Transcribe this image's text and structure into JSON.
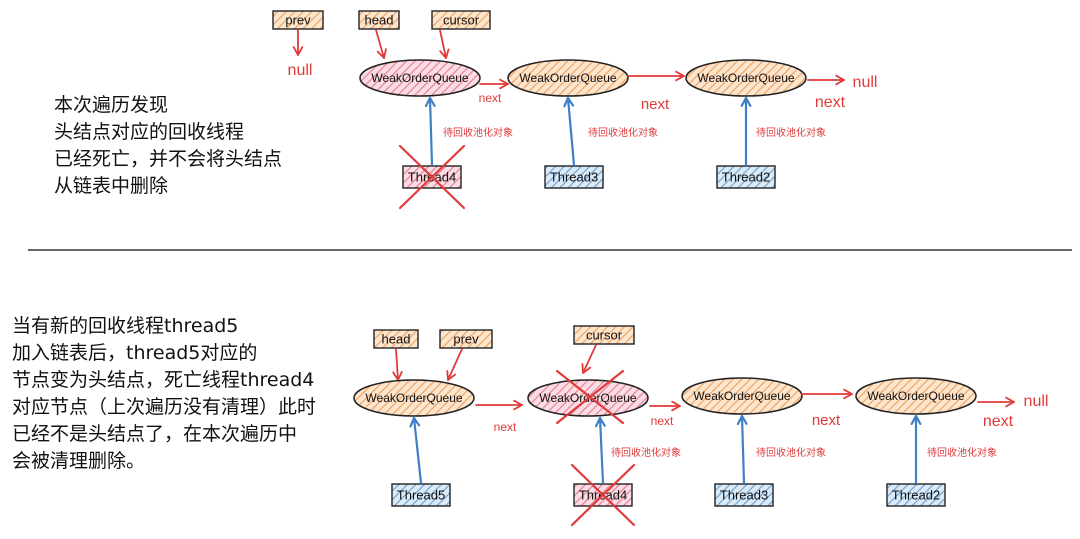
{
  "top": {
    "description": [
      "本次遍历发现",
      "头结点对应的回收线程",
      "已经死亡，并不会将头结点",
      "从链表中删除"
    ],
    "pointers": {
      "prev": "prev",
      "head": "head",
      "cursor": "cursor",
      "prev_target": "null"
    },
    "queues": [
      "WeakOrderQueue",
      "WeakOrderQueue",
      "WeakOrderQueue"
    ],
    "threads": [
      "Thread4",
      "Thread3",
      "Thread2"
    ],
    "links": [
      "next",
      "next",
      "next"
    ],
    "tail_null": "null",
    "pending_label": "待回收池化对象"
  },
  "bottom": {
    "description": [
      "当有新的回收线程thread5",
      "加入链表后，thread5对应的",
      "节点变为头结点，死亡线程thread4",
      "对应节点（上次遍历没有清理）此时",
      "已经不是头结点了，在本次遍历中",
      "会被清理删除。"
    ],
    "pointers": {
      "head": "head",
      "prev": "prev",
      "cursor": "cursor"
    },
    "queues": [
      "WeakOrderQueue",
      "WeakOrderQueue",
      "WeakOrderQueue",
      "WeakOrderQueue"
    ],
    "threads": [
      "Thread5",
      "Thread4",
      "Thread3",
      "Thread2"
    ],
    "links": [
      "next",
      "next",
      "next",
      "next"
    ],
    "tail_null": "null",
    "pending_label": "待回收池化对象"
  },
  "colors": {
    "orange_fill": "#f7c9a0",
    "pink_fill": "#f2a9b5",
    "blue_fill": "#a9cdea",
    "red": "#e03a3a",
    "blue_arrow": "#3f7fc8",
    "stroke": "#222222"
  }
}
